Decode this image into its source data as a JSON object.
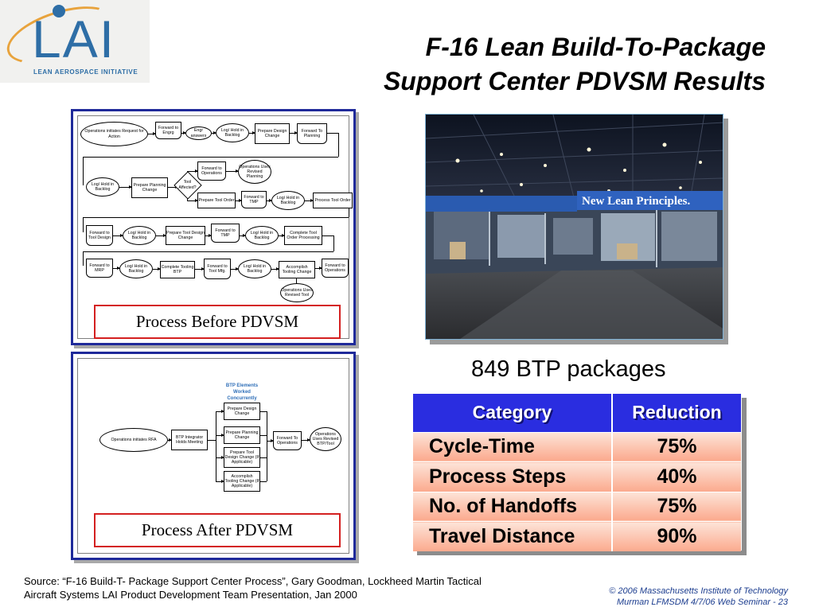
{
  "logo": {
    "letters": "LAI",
    "subtitle": "LEAN AEROSPACE INITIATIVE"
  },
  "title": {
    "line1": "F-16 Lean Build-To-Package",
    "line2": "Support Center PDVSM Results"
  },
  "before": {
    "caption": "Process Before PDVSM",
    "nodes": [
      "Operations initiates Request for Action",
      "Forward to Engrg",
      "Engr answers",
      "Log/ Hold in Backlog",
      "Prepare Design Change",
      "Forward To Planning",
      "Forward to Operations",
      "Operations Uses Revised Planning",
      "Log/ Hold in Backlog",
      "Prepare Planning Change",
      "Tool Affected?",
      "Prepare Tool Order",
      "Forward to TMP",
      "Log/ Hold in Backlog",
      "Process Tool Order",
      "Forward to Tool Design",
      "Log/ Hold in Backlog",
      "Prepare Tool Design Change",
      "Forward to TMP",
      "Log/ Hold in Backlog",
      "Complete Tool Order Processing",
      "Forward to MRP",
      "Log/ Hold in Backlog",
      "Complete Tooling BTP",
      "Forward to Tool Mfg.",
      "Log/ Hold in Backlog",
      "Accomplish Tooling Change",
      "Forward to Operations",
      "Operations Uses Revised Tool"
    ]
  },
  "after": {
    "caption": "Process After PDVSM",
    "heading": "BTP Elements Worked Concurrently",
    "nodes": [
      "Operations initiates RFA",
      "BTP Integrator Holds Meeting",
      "Prepare Design Change",
      "Prepare Planning Change",
      "Prepare Tool Design Change (If Applicable)",
      "Accomplish Tooling Change (If Applicable)",
      "Forward To Operations",
      "Operations Uses Revised BTP/Tool"
    ]
  },
  "photo": {
    "sign": "New Lean Principles."
  },
  "results": {
    "packages": "849 BTP packages",
    "headers": [
      "Category",
      "Reduction"
    ],
    "rows": [
      [
        "Cycle-Time",
        "75%"
      ],
      [
        "Process Steps",
        "40%"
      ],
      [
        "No. of Handoffs",
        "75%"
      ],
      [
        "Travel Distance",
        "90%"
      ]
    ],
    "colors": {
      "header": "#2a2de0",
      "row_top": "#fde4d8",
      "row_bottom": "#fba98d"
    }
  },
  "footer": {
    "source_line1": "Source: “F-16 Build-T- Package Support Center Process”, Gary Goodman, Lockheed Martin Tactical",
    "source_line2": "Aircraft Systems LAI Product Development Team Presentation, Jan 2000",
    "copyright_line1": "© 2006 Massachusetts Institute of Technology",
    "copyright_line2": "Murman LFMSDM 4/7/06 Web Seminar  - 23"
  }
}
